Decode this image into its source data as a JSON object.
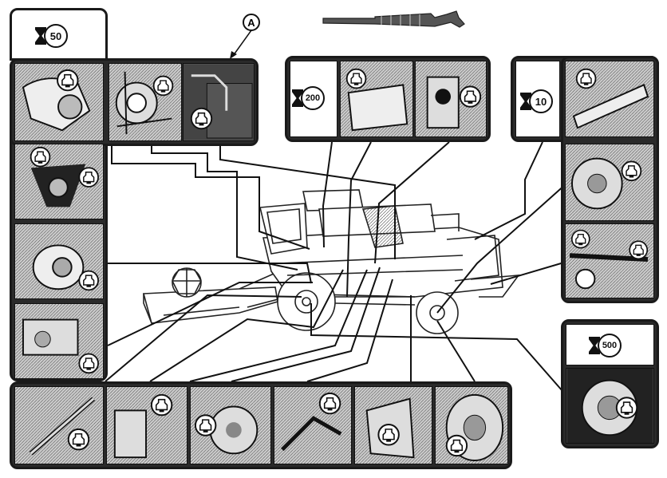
{
  "reference_label": "A",
  "intervals": {
    "left_group": "50",
    "top_center_group": "200",
    "right_group": "10",
    "bottom_right_group": "500"
  }
}
